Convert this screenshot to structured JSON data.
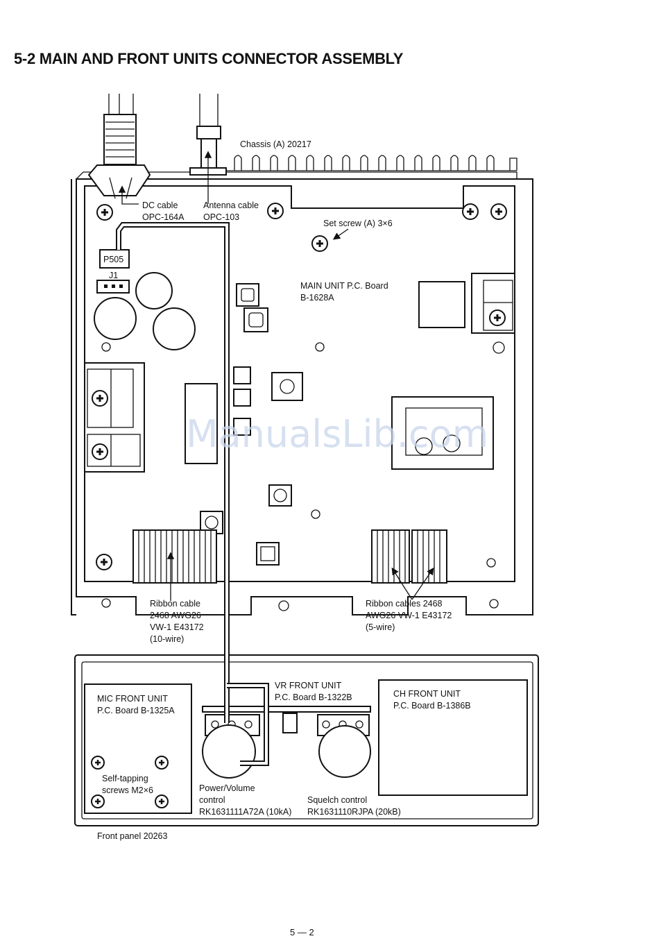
{
  "title": "5-2  MAIN AND FRONT UNITS CONNECTOR ASSEMBLY",
  "labels": {
    "chassis": "Chassis (A) 20217",
    "dc_cable_1": "DC cable",
    "dc_cable_2": "OPC-164A",
    "antenna_cable_1": "Antenna cable",
    "antenna_cable_2": "OPC-103",
    "set_screw": "Set screw (A) 3×6",
    "p505": "P505",
    "j1": "J1",
    "main_unit_1": "MAIN UNIT P.C. Board",
    "main_unit_2": "B-1628A",
    "ribbon_left_1": "Ribbon cable",
    "ribbon_left_2": "2468 AWG26",
    "ribbon_left_3": "VW-1 E43172",
    "ribbon_left_4": "(10-wire)",
    "ribbon_right_1": "Ribbon cables 2468",
    "ribbon_right_2": "AWG26 VW-1 E43172",
    "ribbon_right_3": "(5-wire)",
    "vr_front_1": "VR FRONT UNIT",
    "vr_front_2": "P.C. Board B-1322B",
    "mic_front_1": "MIC FRONT UNIT",
    "mic_front_2": "P.C. Board B-1325A",
    "ch_front_1": "CH FRONT UNIT",
    "ch_front_2": "P.C. Board B-1386B",
    "self_tap_1": "Self-tapping",
    "self_tap_2": "screws M2×6",
    "power_1": "Power/Volume",
    "power_2": "control",
    "power_3": "RK1631111A72A (10kA)",
    "squelch_1": "Squelch control",
    "squelch_2": "RK1631110RJPA (20kB)",
    "front_panel": "Front panel 20263",
    "watermark": "ManualsLib.com",
    "page_number": "5 — 2"
  }
}
